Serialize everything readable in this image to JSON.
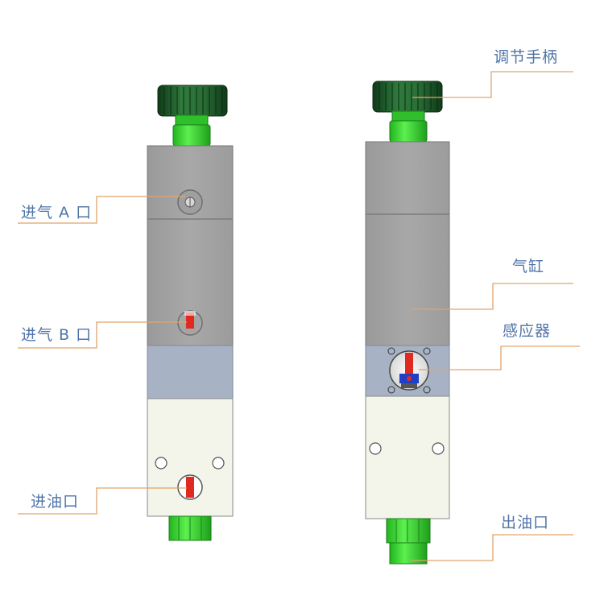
{
  "labels": {
    "left": {
      "inlet_a": "进气 A 口",
      "inlet_b": "进气 B 口",
      "oil_inlet": "进油口"
    },
    "right": {
      "handle": "调节手柄",
      "cylinder": "气缸",
      "sensor": "感应器",
      "oil_outlet": "出油口"
    }
  },
  "colors": {
    "leader_line": "#e2a36b",
    "label_text": "#4f74a8",
    "knob": "#1f5a2c",
    "green_fitting": "#3fdc3a",
    "body_gray": "#a3a3a3",
    "sensor_band": "#a7b3c4",
    "lower_block": "#f3f4ea",
    "indicator_red": "#e02a1f"
  }
}
